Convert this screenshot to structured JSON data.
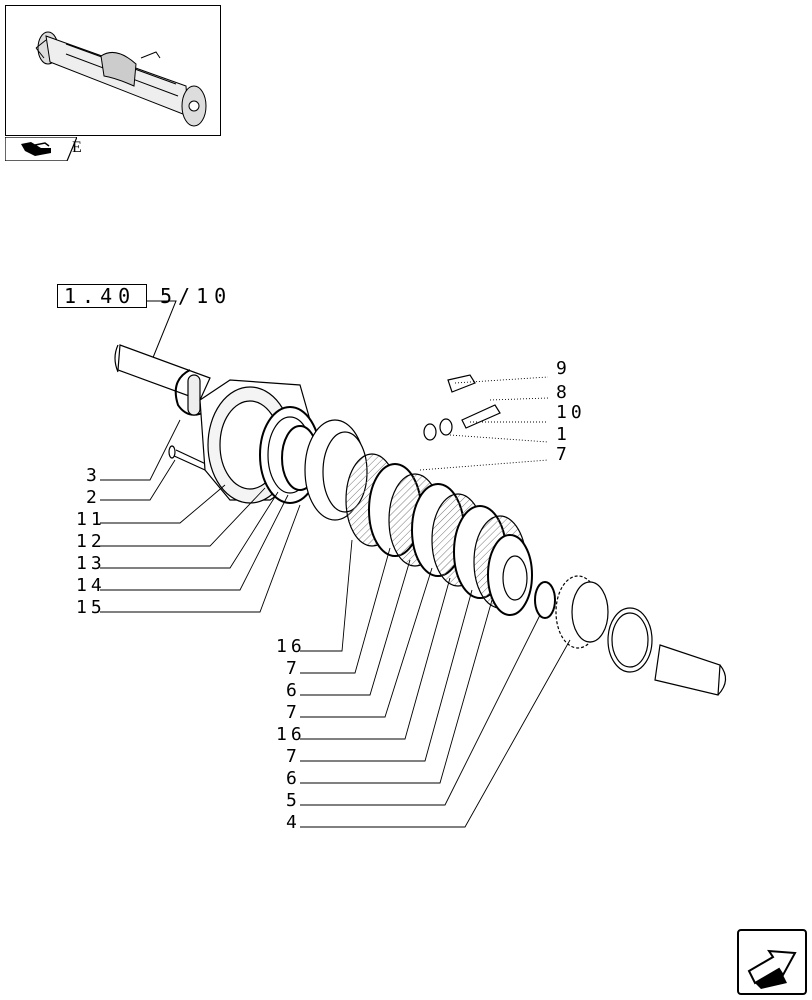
{
  "thumbnail": {
    "icon": "axle-thumbnail-icon"
  },
  "section_tab": {
    "icon": "section-tab-icon",
    "letter": "E"
  },
  "reference": {
    "code": "1.40",
    "sub": "5/10"
  },
  "callouts": [
    {
      "id": "c9",
      "label": "9"
    },
    {
      "id": "c8",
      "label": "8"
    },
    {
      "id": "c10",
      "label": "10"
    },
    {
      "id": "c1",
      "label": "1"
    },
    {
      "id": "c7a",
      "label": "7"
    },
    {
      "id": "c3",
      "label": "3"
    },
    {
      "id": "c2",
      "label": "2"
    },
    {
      "id": "c11",
      "label": "11"
    },
    {
      "id": "c12",
      "label": "12"
    },
    {
      "id": "c13",
      "label": "13"
    },
    {
      "id": "c14",
      "label": "14"
    },
    {
      "id": "c15",
      "label": "15"
    },
    {
      "id": "c16a",
      "label": "16"
    },
    {
      "id": "c7b",
      "label": "7"
    },
    {
      "id": "c6a",
      "label": "6"
    },
    {
      "id": "c7c",
      "label": "7"
    },
    {
      "id": "c16b",
      "label": "16"
    },
    {
      "id": "c7d",
      "label": "7"
    },
    {
      "id": "c6b",
      "label": "6"
    },
    {
      "id": "c5",
      "label": "5"
    },
    {
      "id": "c4",
      "label": "4"
    }
  ],
  "nav": {
    "icon": "next-page-arrow-icon"
  }
}
